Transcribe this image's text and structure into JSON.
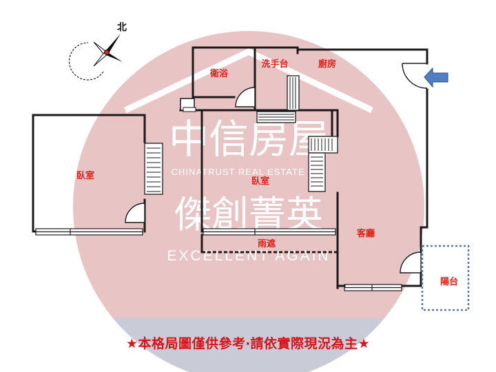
{
  "compass": {
    "north_label": "北"
  },
  "rooms": {
    "bathroom": "衛浴",
    "sink": "洗手台",
    "kitchen": "廚房",
    "bedroom_left": "臥室",
    "bedroom_center": "臥室",
    "living_room": "客廳",
    "awning": "雨遮",
    "balcony": "陽台"
  },
  "watermark": {
    "title_cn": "中信房屋",
    "brand_en": "CHINATRUST REAL ESTATE CO.",
    "store_cn": "傑創菁英",
    "store_en": "EXCELLENT AGAIN"
  },
  "disclaimer": "★本格局圖僅供參考‧請依實際現況為主★",
  "colors": {
    "watermark_disc": "#e8c4c4",
    "watermark_bottom": "#c9ccd6",
    "label_red": "#e0201c",
    "entry_arrow": "#4f7ec2",
    "balcony_outline": "#5a78a8"
  }
}
